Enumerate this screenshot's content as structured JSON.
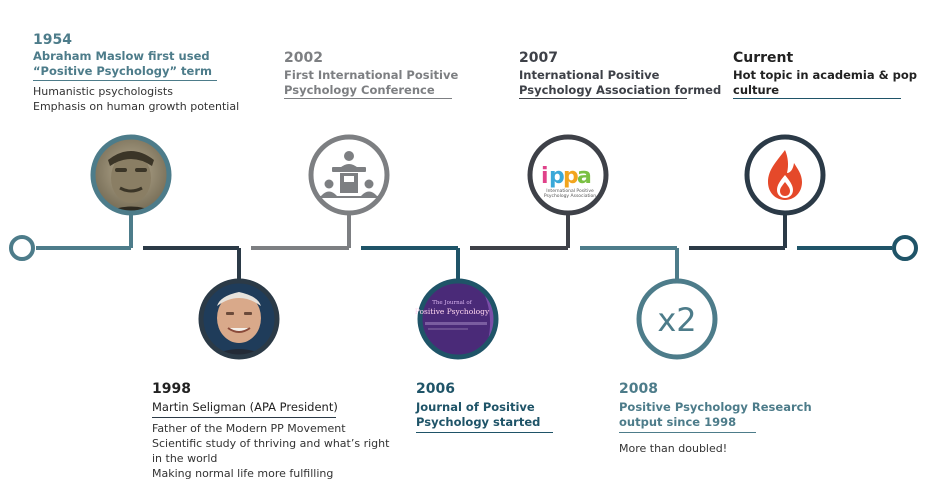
{
  "colors": {
    "teal": "#4d7c8a",
    "teal_dark": "#1f5468",
    "navy": "#2b3a47",
    "gray": "#7d7f82",
    "charcoal": "#3e4148",
    "text_dark": "#222222",
    "accent_red": "#e5492a"
  },
  "events": [
    {
      "year": "1954",
      "heading": [
        "Abraham Maslow first used",
        "“Positive Psychology” term"
      ],
      "body": [
        "Humanistic psychologists",
        "Emphasis on human growth potential"
      ],
      "icon": "maslow-photo"
    },
    {
      "year": "1998",
      "heading": [
        "Martin Seligman (APA President)"
      ],
      "body": [
        "Father of the Modern PP Movement",
        "Scientific study of thriving and what’s right",
        "in the world",
        "Making normal life more fulfilling"
      ],
      "icon": "seligman-photo"
    },
    {
      "year": "2002",
      "heading": [
        "First International Positive",
        "Psychology Conference"
      ],
      "body": [],
      "icon": "conference-podium-icon"
    },
    {
      "year": "2006",
      "heading": [
        "Journal of Positive",
        "Psychology started"
      ],
      "body": [],
      "icon": "journal-cover",
      "journal_title": [
        "The Journal of",
        "Positive Psychology"
      ]
    },
    {
      "year": "2007",
      "heading": [
        "International Positive",
        "Psychology Association formed"
      ],
      "body": [],
      "icon": "ippa-logo",
      "logo_text": "ippa",
      "logo_subtext": [
        "International Positive",
        "Psychology Association"
      ]
    },
    {
      "year": "2008",
      "heading": [
        "Positive Psychology Research",
        "output since 1998"
      ],
      "body": [
        "More than doubled!"
      ],
      "icon": "times-two-icon",
      "badge": "x2"
    },
    {
      "year": "Current",
      "heading": [
        "Hot topic in academia & pop",
        "culture"
      ],
      "body": [],
      "icon": "flame-icon"
    }
  ]
}
